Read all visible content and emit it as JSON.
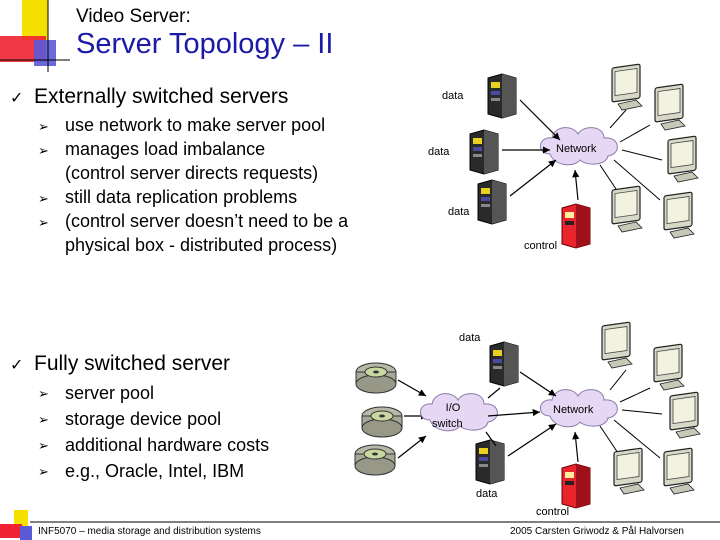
{
  "header": {
    "super_title": "Video Server:",
    "title": "Server Topology – II"
  },
  "section1": {
    "heading": "Externally switched servers",
    "bullets": [
      "use network to make server pool",
      "manages load imbalance",
      "(control server directs requests)",
      "still data replication problems",
      "(control server doesn’t need to be a",
      "physical box - distributed process)"
    ]
  },
  "section2": {
    "heading": "Fully switched server",
    "bullets": [
      "server pool",
      "storage device pool",
      "additional hardware costs",
      "e.g., Oracle, Intel, IBM"
    ]
  },
  "diagram1": {
    "data_label": "data",
    "network_label": "Network",
    "control_label": "control"
  },
  "diagram2": {
    "data_label": "data",
    "switch_label_line1": "I/O",
    "switch_label_line2": "switch",
    "network_label": "Network",
    "control_label": "control"
  },
  "footer": {
    "course": "INF5070 – media storage and distribution systems",
    "credits": "2005  Carsten Griwodz & Pål Halvorsen"
  },
  "colors": {
    "title": "#1a1aa6",
    "accent_yellow": "#f5e000",
    "accent_red": "#ee2233",
    "accent_blue": "#5a5ad8",
    "server_red": "#e8242c"
  }
}
